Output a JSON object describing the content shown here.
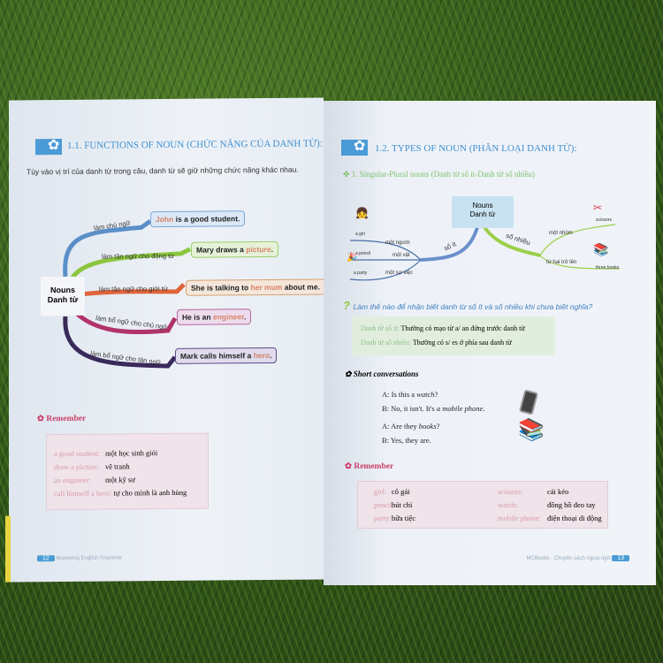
{
  "left_page": {
    "heading": "1.1. FUNCTIONS OF NOUN (CHỨC NĂNG CỦA DANH TỪ):",
    "intro": "Tùy vào vị trí của danh từ trong câu, danh từ sẽ giữ những chức năng khác nhau.",
    "mindmap": {
      "center": [
        "Nouns",
        "Danh từ"
      ],
      "branches": [
        {
          "label": "làm chủ ngữ",
          "pre": "",
          "hl": "John",
          "post": " is a good student.",
          "color": "#5b8fc8"
        },
        {
          "label": "làm tân ngữ cho động từ",
          "pre": "Mary draws a ",
          "hl": "picture",
          "post": ".",
          "color": "#8cc63f"
        },
        {
          "label": "làm tân ngữ cho giới từ",
          "pre": "She is talking to ",
          "hl": "her mum",
          "post": " about me.",
          "color": "#e0643a"
        },
        {
          "label": "làm bổ ngữ cho chủ ngữ",
          "pre": "He is an ",
          "hl": "engineer",
          "post": ".",
          "color": "#b0336a"
        },
        {
          "label": "làm bổ ngữ cho tân ngữ",
          "pre": "Mark calls himself a ",
          "hl": "hero",
          "post": ".",
          "color": "#3a2a5a"
        }
      ]
    },
    "remember": {
      "title": "Remember",
      "rows": [
        [
          "a good student:",
          "một học sinh giỏi"
        ],
        [
          "draw a picture:",
          "vẽ tranh"
        ],
        [
          "an engineer:",
          "một kỹ sư"
        ],
        [
          "call himself a hero:",
          "tự cho mình là anh hùng"
        ]
      ]
    },
    "footer": {
      "page": "12",
      "text": "Mastering English Grammar"
    }
  },
  "right_page": {
    "heading": "1.2. TYPES OF NOUN (PHÂN LOẠI DANH TỪ):",
    "subheading": "1. Singular-Plural nouns (Danh từ số ít-Danh từ số nhiều)",
    "mindmap": {
      "center": [
        "Nouns",
        "Danh từ"
      ],
      "singular": "số ít",
      "plural": "số nhiều",
      "singular_items": [
        {
          "label": "một người",
          "example": "a girl"
        },
        {
          "label": "một vật",
          "example": "a pencil"
        },
        {
          "label": "một sự việc",
          "example": "a party"
        }
      ],
      "plural_items": [
        {
          "label": "một nhóm",
          "example": "scissors"
        },
        {
          "label": "từ hai trở lên",
          "example": "three books"
        }
      ]
    },
    "question": "Làm thế nào để nhận biết danh từ số ít và số nhiều khi chưa biết nghĩa?",
    "rules": [
      [
        "Danh từ số ít:",
        "Thường có mạo từ a/ an đứng trước danh từ"
      ],
      [
        "Danh từ số nhiều:",
        "Thường có s/ es ở phía sau danh từ"
      ]
    ],
    "short_conv_title": "Short conversations",
    "conversations": [
      {
        "a_pre": "A: Is this a ",
        "a_it": "watch",
        "a_post": "?",
        "b_pre": "B: No, it isn't. It's ",
        "b_it": "a mobile phone",
        "b_post": "."
      },
      {
        "a_pre": "A: Are they ",
        "a_it": "books",
        "a_post": "?",
        "b_pre": "B: Yes, they are.",
        "b_it": "",
        "b_post": ""
      }
    ],
    "remember": {
      "title": "Remember",
      "rows": [
        [
          "girl:",
          "cô gái",
          "scissors:",
          "cái kéo"
        ],
        [
          "pencil:",
          "bút chì",
          "watch:",
          "đồng hồ đeo tay"
        ],
        [
          "party:",
          "bữa tiệc",
          "mobile phone:",
          "điện thoại di động"
        ]
      ]
    },
    "footer": {
      "page": "13",
      "text": "MCBooks - Chuyên sách ngoại ngữ"
    }
  }
}
